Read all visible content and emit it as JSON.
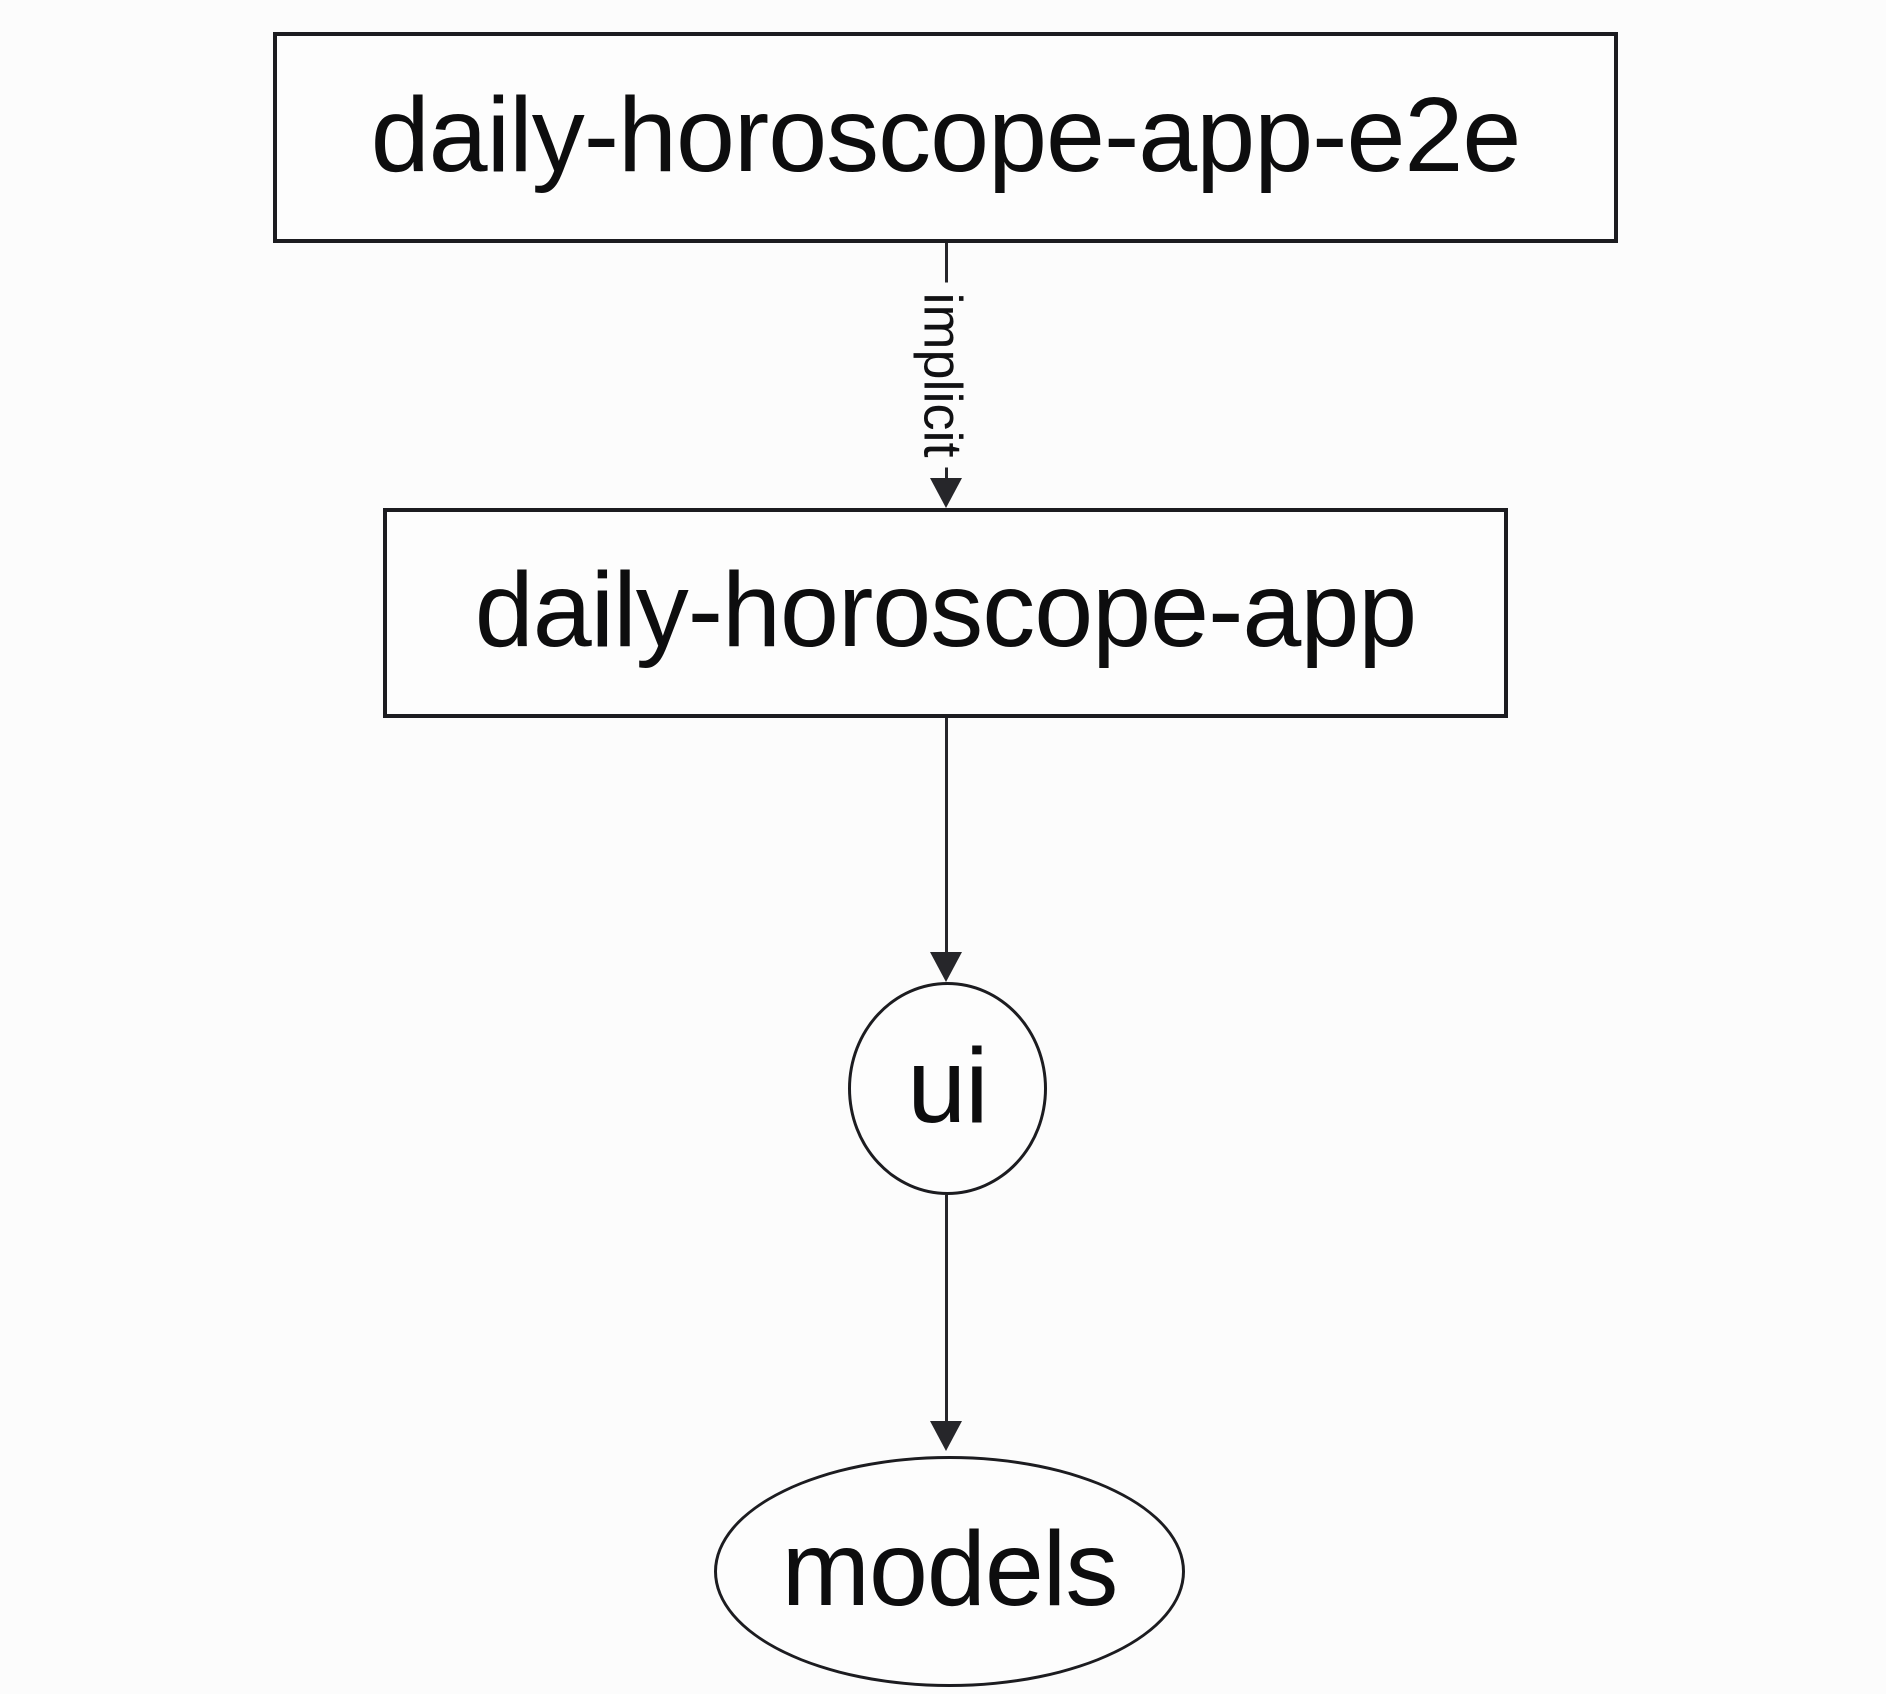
{
  "diagram": {
    "type": "dependency-graph",
    "background_color": "#fcfcfc",
    "stroke_color": "#1c1c20",
    "text_color": "#0d0d0e",
    "nodes": [
      {
        "id": "daily-horoscope-app-e2e",
        "label": "daily-horoscope-app-e2e",
        "shape": "rectangle"
      },
      {
        "id": "daily-horoscope-app",
        "label": "daily-horoscope-app",
        "shape": "rectangle"
      },
      {
        "id": "ui",
        "label": "ui",
        "shape": "ellipse"
      },
      {
        "id": "models",
        "label": "models",
        "shape": "ellipse"
      }
    ],
    "edges": [
      {
        "from": "daily-horoscope-app-e2e",
        "to": "daily-horoscope-app",
        "label": "implicit",
        "style": "solid-arrow"
      },
      {
        "from": "daily-horoscope-app",
        "to": "ui",
        "label": "",
        "style": "solid-arrow"
      },
      {
        "from": "ui",
        "to": "models",
        "label": "",
        "style": "solid-arrow"
      }
    ]
  }
}
